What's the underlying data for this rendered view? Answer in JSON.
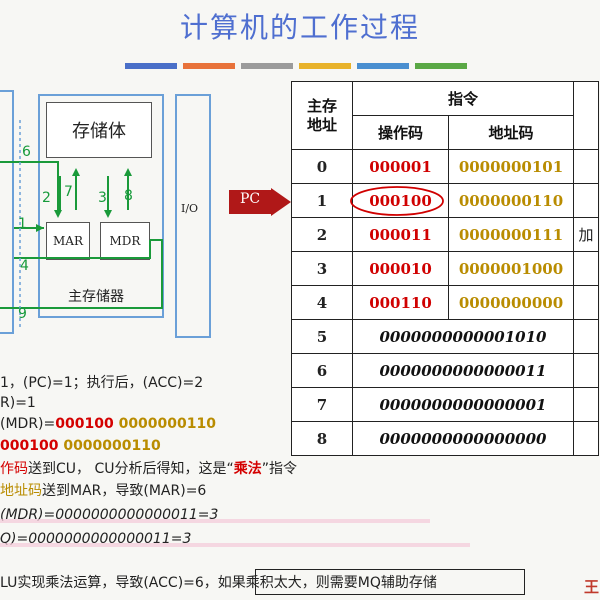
{
  "title": "计算机的工作过程",
  "color_bars": [
    "#4a6fc8",
    "#e8723a",
    "#9b9b9b",
    "#e8b22a",
    "#4a8fd0",
    "#5aa845"
  ],
  "diagram": {
    "storage_label": "存储体",
    "mar_label": "MAR",
    "mdr_label": "MDR",
    "io_label": "I/O",
    "main_memory_label": "主存储器",
    "arrow_numbers": [
      "6",
      "2",
      "7",
      "3",
      "8",
      "1",
      "4",
      "9"
    ]
  },
  "pc_label": "PC",
  "table": {
    "header_addr": "主存\n地址",
    "header_instr": "指令",
    "header_op": "操作码",
    "header_addrcode": "地址码",
    "side_char": "加",
    "rows": [
      {
        "addr": "0",
        "op": "000001",
        "ad": "0000000101"
      },
      {
        "addr": "1",
        "op": "000100",
        "ad": "0000000110"
      },
      {
        "addr": "2",
        "op": "000011",
        "ad": "0000000111"
      },
      {
        "addr": "3",
        "op": "000010",
        "ad": "0000001000"
      },
      {
        "addr": "4",
        "op": "000110",
        "ad": "0000000000"
      }
    ],
    "data_rows": [
      {
        "addr": "5",
        "val": "0000000000001010"
      },
      {
        "addr": "6",
        "val": "0000000000000011"
      },
      {
        "addr": "7",
        "val": "0000000000000001"
      },
      {
        "addr": "8",
        "val": "0000000000000000"
      }
    ]
  },
  "lines": {
    "l1": "1，(PC)=1；执行后，(ACC)=2",
    "l2": "R)=1",
    "l3_pre": "(MDR)=",
    "l3_op": "000100",
    "l3_ad": " 0000000110",
    "l4_op": "000100",
    "l4_ad": " 0000000110",
    "l5_a": "作码",
    "l5_b": "送到CU，  CU分析后得知，这是“",
    "l5_c": "乘法",
    "l5_d": "”指令",
    "l6_a": "地址码",
    "l6_b": "送到MAR，导致(MAR)=6",
    "l7": "(MDR)=0000000000000011=3",
    "l8": "Q)=0000000000000011=3",
    "l9_a": "LU实现乘法运算，导致(ACC)=6，",
    "l9_b": "如果乘积太大，则需要MQ辅助存储",
    "corner": "王"
  }
}
